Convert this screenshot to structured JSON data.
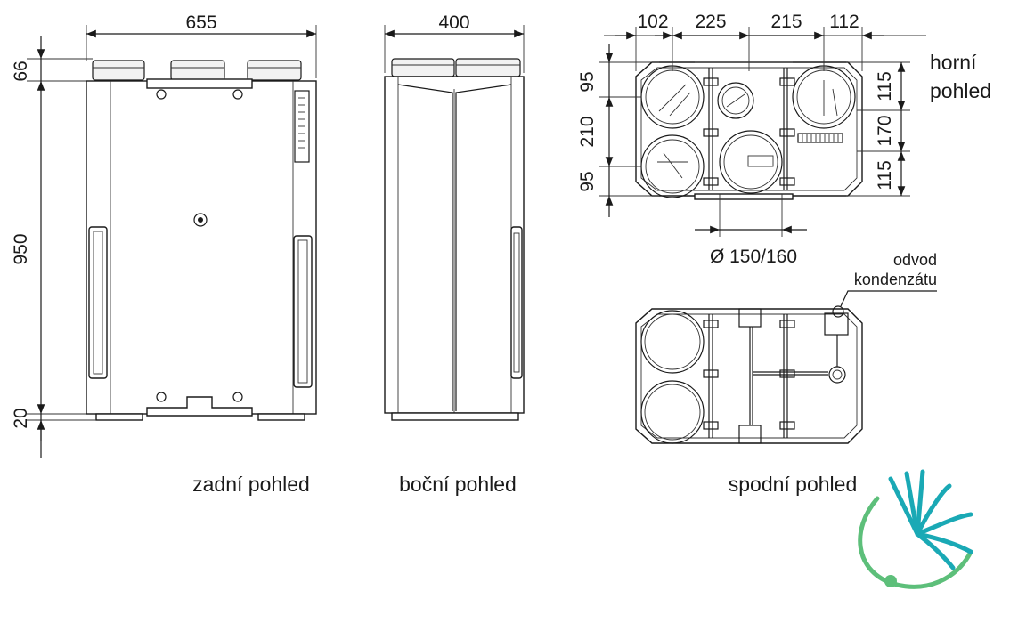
{
  "rear_view": {
    "caption": "zadní pohled",
    "width_dim": "655",
    "height_top_dim": "66",
    "height_main_dim": "950",
    "height_bottom_dim": "20"
  },
  "side_view": {
    "caption": "boční pohled",
    "width_dim": "400"
  },
  "top_view": {
    "caption_line1": "horní",
    "caption_line2": "pohled",
    "top_dims": [
      "102",
      "225",
      "215",
      "112"
    ],
    "left_dims": [
      "95",
      "210",
      "95"
    ],
    "right_dims": [
      "115",
      "170",
      "115"
    ],
    "diameter_dim": "Ø 150/160"
  },
  "bottom_view": {
    "caption": "spodní pohled",
    "condensate_line1": "odvod",
    "condensate_line2": "kondenzátu"
  },
  "colors": {
    "logo_teal": "#1aa9b5",
    "logo_green": "#5dbf7a",
    "line": "#1a1a1a"
  }
}
